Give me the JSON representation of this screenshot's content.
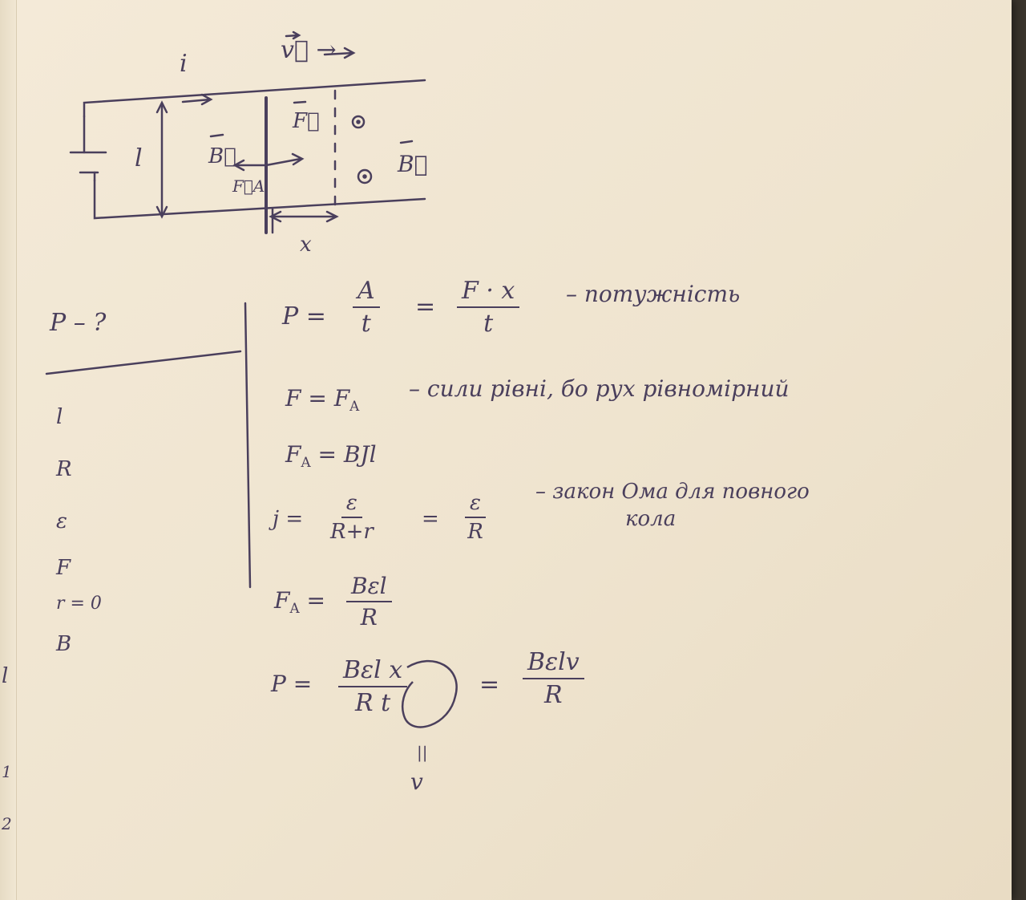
{
  "diagram": {
    "current_label": "i",
    "velocity_label": "v⃗ →",
    "force_label": "F⃗",
    "ampere_force_label": "F⃗A",
    "field_left_label": "B⃗",
    "field_right_label": "B⃗",
    "length_label": "l",
    "displacement_label": "x",
    "field_symbol": "⊙"
  },
  "given": {
    "unknown": "P – ?",
    "items": [
      "l",
      "R",
      "ε",
      "F",
      "r = 0",
      "B"
    ]
  },
  "margin_marks": [
    "l",
    "1",
    "2"
  ],
  "solution": {
    "line1": {
      "lhs": "P =",
      "frac1_num": "A",
      "frac1_den": "t",
      "eq": "=",
      "frac2_num": "F · x",
      "frac2_den": "t",
      "note": "– потужність"
    },
    "line2": {
      "text": "F = F",
      "sub": "A",
      "note": "– сили рівні, бо рух рівномірний"
    },
    "line3": {
      "lhs": "F",
      "sub": "A",
      "rhs": "= BJl"
    },
    "line4": {
      "lhs": "j =",
      "frac1_num": "ε",
      "frac1_den": "R+r",
      "eq": "=",
      "frac2_num": "ε",
      "frac2_den": "R",
      "note": "– закон Ома для повного",
      "note2": "кола"
    },
    "line5": {
      "lhs": "F",
      "sub": "A",
      "eq": "=",
      "num": "Bεl",
      "den": "R"
    },
    "line6": {
      "lhs": "P =",
      "num": "Bεl x",
      "den": "R t",
      "eq": "=",
      "num2": "Bεlv",
      "den2": "R",
      "equals_mark": "||",
      "below": "v"
    }
  }
}
